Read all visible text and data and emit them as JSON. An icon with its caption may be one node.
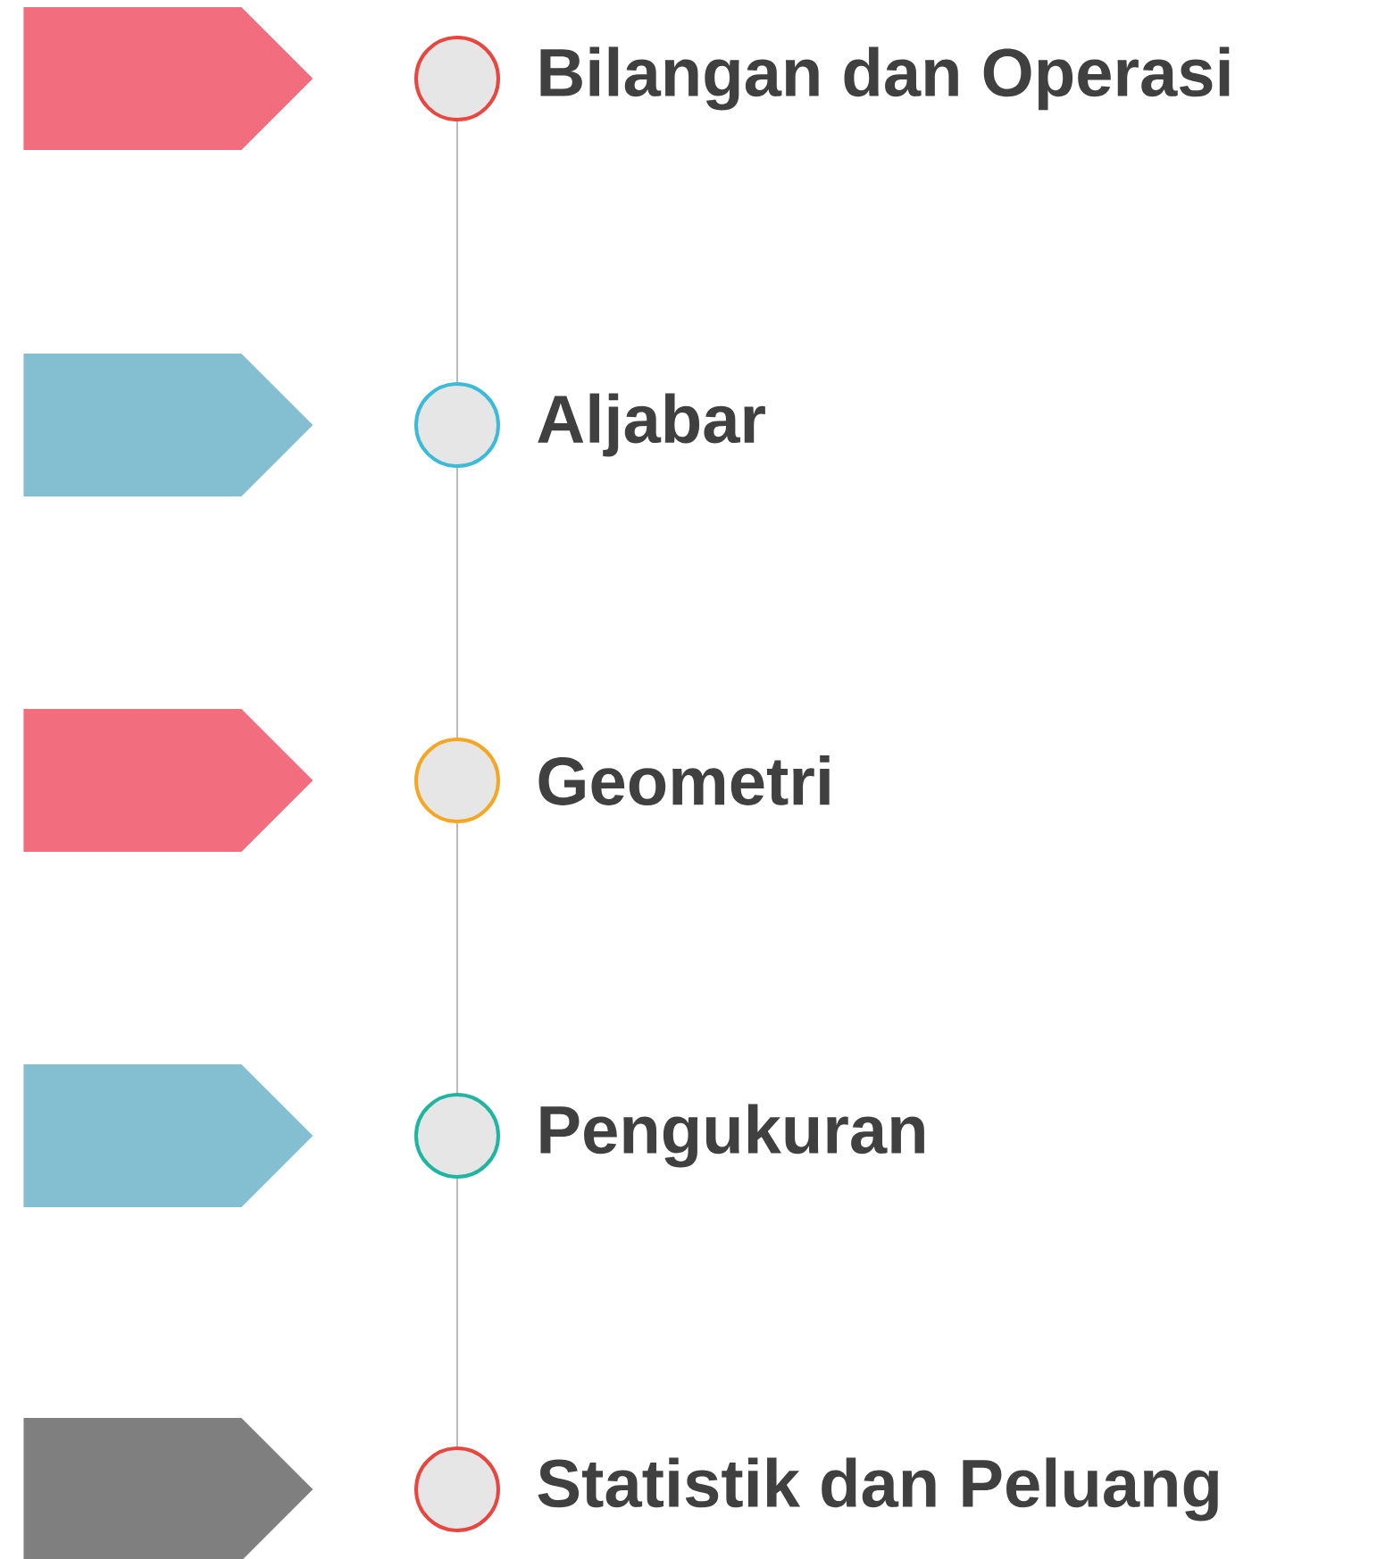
{
  "diagram": {
    "nodes": [
      {
        "text": [],
        "shape": "arrow"
      },
      {
        "text": [],
        "shape": "circle",
        "beside": [
          "Bilangan dan Operasi"
        ]
      },
      {
        "text": [],
        "shape": "arrow"
      },
      {
        "text": [],
        "shape": "circle",
        "beside": [
          "Aljabar"
        ]
      },
      {
        "text": [],
        "shape": "arrow"
      },
      {
        "text": [],
        "shape": "circle",
        "beside": [
          "Geometri"
        ]
      },
      {
        "text": [],
        "shape": "arrow"
      },
      {
        "text": [],
        "shape": "circle",
        "beside": [
          "Pengukuran"
        ]
      },
      {
        "text": [],
        "shape": "arrow"
      },
      {
        "text": [],
        "shape": "circle",
        "beside": [
          "Statistik dan Peluang"
        ]
      }
    ],
    "edges": [
      {
        "from": 1,
        "to": 3,
        "arrow": "none"
      },
      {
        "from": 3,
        "to": 5,
        "arrow": "none"
      },
      {
        "from": 5,
        "to": 7,
        "arrow": "none"
      },
      {
        "from": 7,
        "to": 9,
        "arrow": "none"
      }
    ]
  }
}
